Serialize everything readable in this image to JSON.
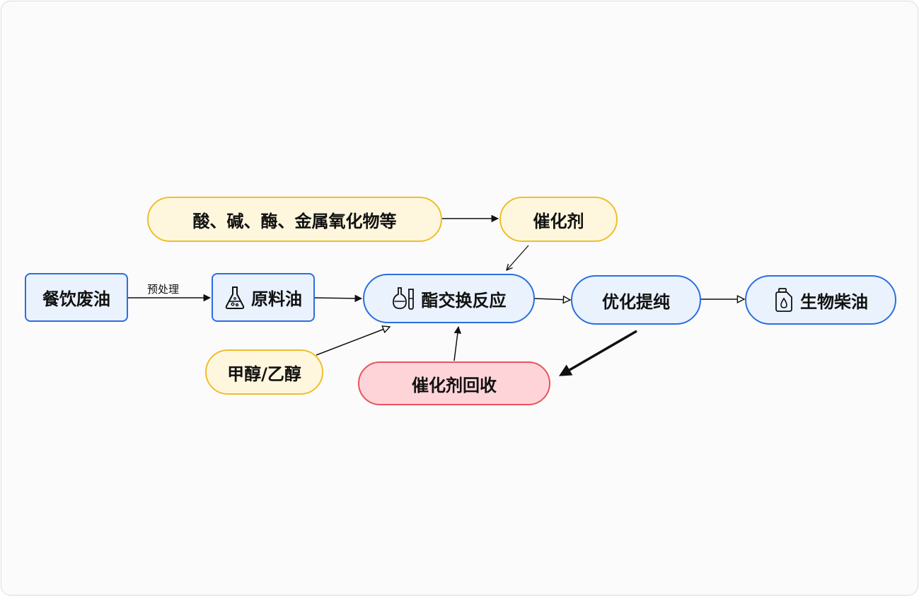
{
  "nodes": {
    "waste_oil": "餐饮废油",
    "raw_oil": "原料油",
    "transesterification": "酯交换反应",
    "purification": "优化提纯",
    "biodiesel": "生物柴油",
    "catalyst_types": "酸、碱、酶、金属氧化物等",
    "catalyst": "催化剂",
    "alcohol": "甲醇/乙醇",
    "catalyst_recovery": "催化剂回收"
  },
  "edge_labels": {
    "pretreatment": "预处理"
  },
  "icons": {
    "raw_oil": "flask-icon",
    "transesterification": "lab-glassware-icon",
    "biodiesel": "fuel-canister-icon"
  },
  "colors": {
    "blue_border": "#2a6fe0",
    "blue_fill": "#eaf2fe",
    "yellow_border": "#f0bd2c",
    "yellow_fill": "#fff7dd",
    "red_border": "#e8535e",
    "red_fill": "#ffd4d9"
  }
}
